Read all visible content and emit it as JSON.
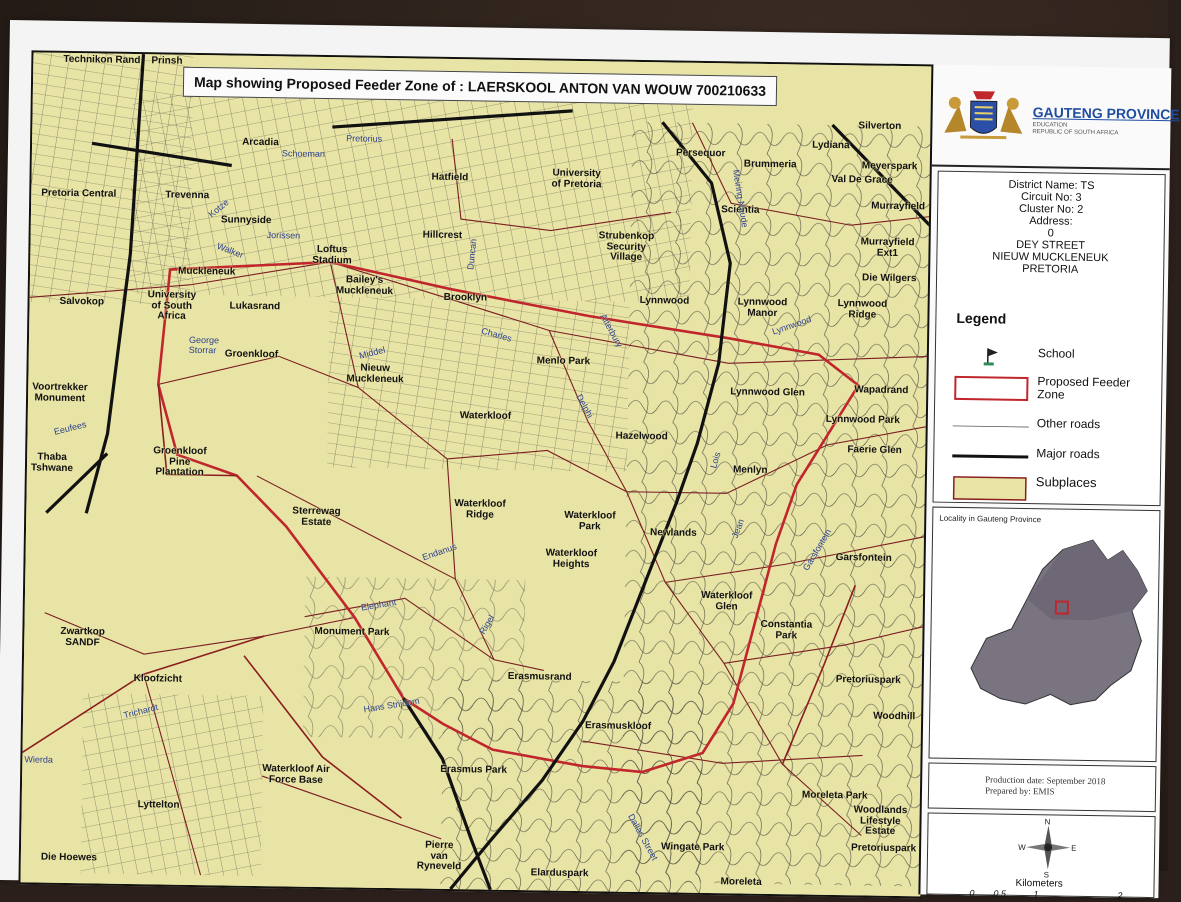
{
  "map_title": "Map showing Proposed Feeder Zone of : LAERSKOOL ANTON VAN WOUW 700210633",
  "province": {
    "name": "GAUTENG PROVINCE",
    "sub1": "EDUCATION",
    "sub2": "REPUBLIC OF SOUTH AFRICA"
  },
  "info": {
    "district": "District Name: TS",
    "circuit": "Circuit No: 3",
    "cluster": "Cluster No: 2",
    "address_label": "Address:",
    "address_number": "0",
    "street": "DEY STREET",
    "suburb": "NIEUW MUCKLENEUK",
    "city": "PRETORIA"
  },
  "legend": {
    "title": "Legend",
    "items": [
      {
        "label": "School",
        "symbol": "flag-icon"
      },
      {
        "label": "Proposed Feeder Zone",
        "symbol": "red-outline-box"
      },
      {
        "label": "Other roads",
        "symbol": "thin-line"
      },
      {
        "label": "Major roads",
        "symbol": "thick-line"
      },
      {
        "label": "Subplaces",
        "symbol": "yellow-filled-box"
      }
    ]
  },
  "locality": {
    "title": "Locality in Gauteng Province"
  },
  "production": {
    "date": "Production date: September 2018",
    "prepared": "Prepared by: EMIS"
  },
  "scale": {
    "unit": "Kilometers",
    "ticks": [
      "0",
      "0.5",
      "1",
      "2"
    ],
    "compass": {
      "n": "N",
      "s": "S",
      "e": "E",
      "w": "W"
    }
  },
  "colors": {
    "map_fill": "#e8e4a6",
    "feeder_zone": "#c0262c",
    "major_road": "#111111",
    "province_blue": "#1f4da0"
  },
  "places": [
    {
      "id": "technikon-rand",
      "text": "Technikon Rand"
    },
    {
      "id": "prinshof",
      "text": "Prinsh"
    },
    {
      "id": "arcadia",
      "text": "Arcadia"
    },
    {
      "id": "hatfield",
      "text": "Hatfield"
    },
    {
      "id": "university-of-pretoria",
      "text": "University\nof Pretoria"
    },
    {
      "id": "persequor",
      "text": "Persequor"
    },
    {
      "id": "brummeria",
      "text": "Brummeria"
    },
    {
      "id": "silverton",
      "text": "Silverton"
    },
    {
      "id": "lydiana",
      "text": "Lydiana"
    },
    {
      "id": "meyerspark",
      "text": "Meyerspark"
    },
    {
      "id": "val-de-grace",
      "text": "Val De Grace"
    },
    {
      "id": "murrayfield",
      "text": "Murrayfield"
    },
    {
      "id": "pretoria-central",
      "text": "Pretoria Central"
    },
    {
      "id": "trevenna",
      "text": "Trevenna"
    },
    {
      "id": "sunnyside",
      "text": "Sunnyside"
    },
    {
      "id": "loftus-stadium",
      "text": "Loftus\nStadium"
    },
    {
      "id": "hillcrest",
      "text": "Hillcrest"
    },
    {
      "id": "scientia",
      "text": "Scientia"
    },
    {
      "id": "strubenkop",
      "text": "Strubenkop\nSecurity\nVillage"
    },
    {
      "id": "murrayfield-ext1",
      "text": "Murrayfield\nExt1"
    },
    {
      "id": "die-wilgers",
      "text": "Die Wilgers"
    },
    {
      "id": "muckleneuk",
      "text": "Muckleneuk"
    },
    {
      "id": "salvokop",
      "text": "Salvokop"
    },
    {
      "id": "unisa",
      "text": "University\nof South\nAfrica"
    },
    {
      "id": "lukasrand",
      "text": "Lukasrand"
    },
    {
      "id": "baileys-muckleneuk",
      "text": "Bailey's\nMuckleneuk"
    },
    {
      "id": "brooklyn",
      "text": "Brooklyn"
    },
    {
      "id": "lynnwood",
      "text": "Lynnwood"
    },
    {
      "id": "lynnwood-manor",
      "text": "Lynnwood\nManor"
    },
    {
      "id": "lynnwood-ridge",
      "text": "Lynnwood\nRidge"
    },
    {
      "id": "groenkloof",
      "text": "Groenkloof"
    },
    {
      "id": "menlo-park",
      "text": "Menlo Park"
    },
    {
      "id": "nieuw-muckleneuk",
      "text": "Nieuw\nMuckleneuk"
    },
    {
      "id": "lynnwood-glen",
      "text": "Lynnwood Glen"
    },
    {
      "id": "wapadrand",
      "text": "Wapadrand"
    },
    {
      "id": "voortrekker-monument",
      "text": "Voortrekker\nMonument"
    },
    {
      "id": "waterkloof",
      "text": "Waterkloof"
    },
    {
      "id": "lynnwood-park",
      "text": "Lynnwood Park"
    },
    {
      "id": "hazelwood",
      "text": "Hazelwood"
    },
    {
      "id": "faerie-glen",
      "text": "Faerie Glen"
    },
    {
      "id": "thaba-tshwane",
      "text": "Thaba\nTshwane"
    },
    {
      "id": "groenkloof-pine",
      "text": "Groenkloof\nPine\nPlantation"
    },
    {
      "id": "menlyn",
      "text": "Menlyn"
    },
    {
      "id": "waterkloof-ridge",
      "text": "Waterkloof\nRidge"
    },
    {
      "id": "sterrewag",
      "text": "Sterrewag\nEstate"
    },
    {
      "id": "waterkloof-park",
      "text": "Waterkloof\nPark"
    },
    {
      "id": "newlands",
      "text": "Newlands"
    },
    {
      "id": "waterkloof-heights",
      "text": "Waterkloof\nHeights"
    },
    {
      "id": "garsfontein",
      "text": "Garsfontein"
    },
    {
      "id": "waterkloof-glen",
      "text": "Waterkloof\nGlen"
    },
    {
      "id": "constantia-park",
      "text": "Constantia\nPark"
    },
    {
      "id": "monument-park",
      "text": "Monument Park"
    },
    {
      "id": "zwartkop-sandf",
      "text": "Zwartkop\nSANDF"
    },
    {
      "id": "erasmusrand",
      "text": "Erasmusrand"
    },
    {
      "id": "pretoriuspark",
      "text": "Pretoriuspark"
    },
    {
      "id": "kloofzicht",
      "text": "Kloofzicht"
    },
    {
      "id": "erasmuskloof",
      "text": "Erasmuskloof"
    },
    {
      "id": "woodhill",
      "text": "Woodhill"
    },
    {
      "id": "waterkloof-afb",
      "text": "Waterkloof Air\nForce Base"
    },
    {
      "id": "erasmus-park",
      "text": "Erasmus Park"
    },
    {
      "id": "moreleta-park",
      "text": "Moreleta Park"
    },
    {
      "id": "woodlands",
      "text": "Woodlands\nLifestyle\nEstate"
    },
    {
      "id": "lyttelton",
      "text": "Lyttelton"
    },
    {
      "id": "pretoriuspark-2",
      "text": "Pretoriuspark"
    },
    {
      "id": "pierre-van-ryneveld",
      "text": "Pierre\nvan\nRyneveld"
    },
    {
      "id": "elarduspark",
      "text": "Elarduspark"
    },
    {
      "id": "wingate-park",
      "text": "Wingate Park"
    },
    {
      "id": "die-hoewes",
      "text": "Die Hoewes"
    },
    {
      "id": "moreleta",
      "text": "Moreleta"
    }
  ],
  "roads": [
    {
      "id": "schoeman",
      "text": "Schoeman"
    },
    {
      "id": "pretorius",
      "text": "Pretorius"
    },
    {
      "id": "jorissen",
      "text": "Jorissen"
    },
    {
      "id": "walker",
      "text": "Walker"
    },
    {
      "id": "kotze",
      "text": "Kotze"
    },
    {
      "id": "duncan",
      "text": "Duncan"
    },
    {
      "id": "charles",
      "text": "Charles"
    },
    {
      "id": "atterbury",
      "text": "Atterbury"
    },
    {
      "id": "lynnwood-road",
      "text": "Lynnwood"
    },
    {
      "id": "george-storrar",
      "text": "George\nStorrar"
    },
    {
      "id": "middel",
      "text": "Middel"
    },
    {
      "id": "eeufees",
      "text": "Eeufees"
    },
    {
      "id": "delphi",
      "text": "Delphi"
    },
    {
      "id": "lois",
      "text": "Lois"
    },
    {
      "id": "elephant",
      "text": "Elephant"
    },
    {
      "id": "rigel",
      "text": "Rigel"
    },
    {
      "id": "endanus",
      "text": "Endanus"
    },
    {
      "id": "hans-strijdom",
      "text": "Hans Strijdom"
    },
    {
      "id": "trichardt",
      "text": "Trichardt"
    },
    {
      "id": "wierda",
      "text": "Wierda"
    },
    {
      "id": "garsfontein-road",
      "text": "Garsfontein"
    },
    {
      "id": "jean",
      "text": "Jean"
    },
    {
      "id": "dallas-street",
      "text": "Dallas Street"
    },
    {
      "id": "simon-vermooten",
      "text": "Meiring Naude"
    }
  ]
}
